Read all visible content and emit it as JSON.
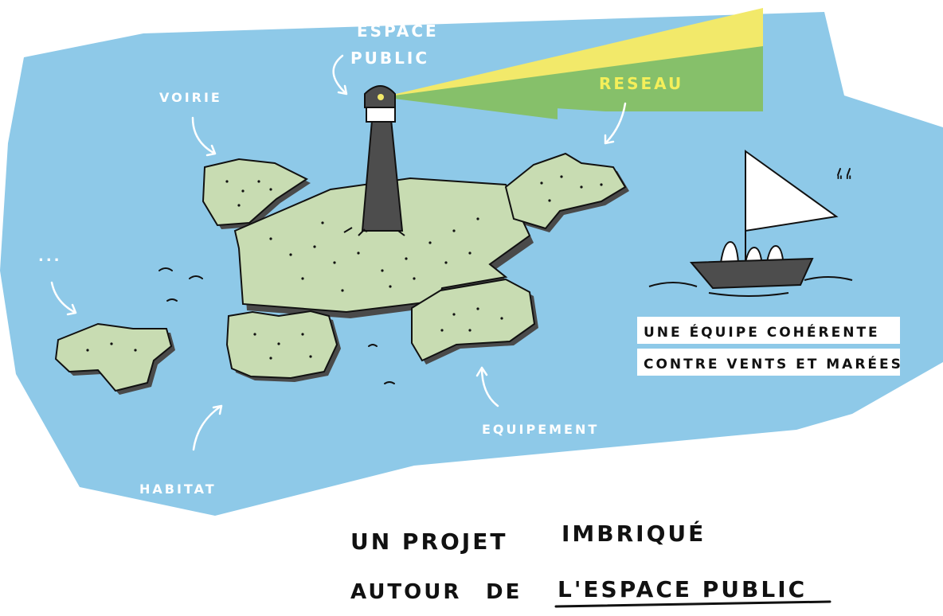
{
  "labels": {
    "espace": "ESPACE",
    "public": "PUBLIC",
    "voirie": "VOIRIE",
    "reseau": "RESEAU",
    "dots": "...",
    "habitat": "HABITAT",
    "equipement": "EQUIPEMENT",
    "quote_marks": "\"\""
  },
  "boat_caption": {
    "line1": "UNE ÉQUIPE COHÉRENTE",
    "line2": "CONTRE VENTS ET MARÉES"
  },
  "title": {
    "line1_a": "UN PROJET",
    "line1_b": "IMBRIQUÉ",
    "line2_a": "AUTOUR",
    "line2_b": "DE",
    "line2_c": "L'ESPACE PUBLIC"
  },
  "colors": {
    "sea": "#8ec9e8",
    "island": "#c8dcb2",
    "island_shadow": "#4a4a4a",
    "lighthouse": "#4d4d4d",
    "beam_green": "#86c06a",
    "beam_yellow": "#f2e96a",
    "label_white": "#ffffff",
    "label_yellow": "#f4ef5a",
    "ink": "#111111"
  }
}
